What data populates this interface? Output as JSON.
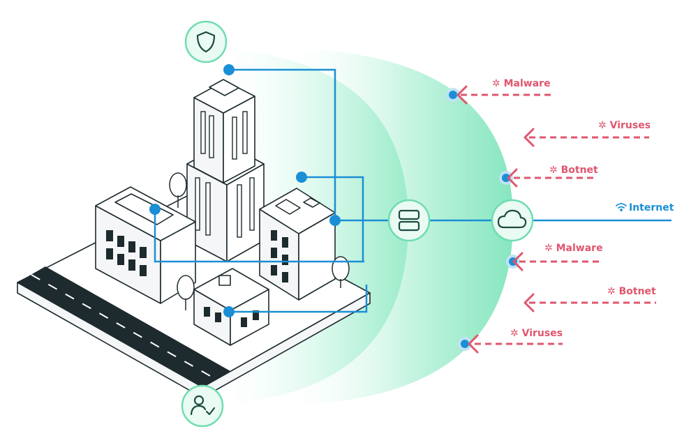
{
  "colors": {
    "threat": "#e0566e",
    "network": "#1a8fd6",
    "shield": "#8fe8c4",
    "node_border": "#6fdcb0"
  },
  "threats": [
    {
      "label": "Malware",
      "icon": "virus-icon"
    },
    {
      "label": "Viruses",
      "icon": "virus-icon"
    },
    {
      "label": "Botnet",
      "icon": "virus-icon"
    },
    {
      "label": "Malware",
      "icon": "virus-icon"
    },
    {
      "label": "Botnet",
      "icon": "virus-icon"
    },
    {
      "label": "Viruses",
      "icon": "virus-icon"
    }
  ],
  "internet": {
    "label": "Internet",
    "icon": "wifi-icon"
  },
  "nodes": {
    "security": "shield-icon",
    "server": "server-icon",
    "cloud": "cloud-icon",
    "user": "user-check-icon"
  }
}
